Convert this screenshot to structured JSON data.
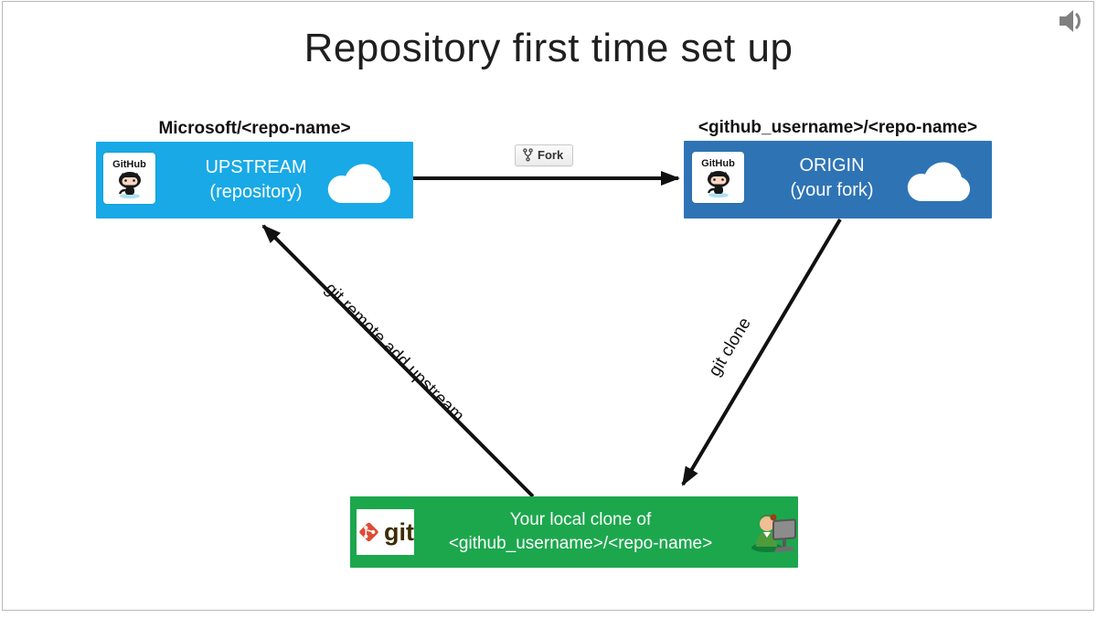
{
  "slide": {
    "title": "Repository first time set up"
  },
  "icons": {
    "speaker": "audio-speaker",
    "cloud": "cloud",
    "octocat": "github-octocat",
    "git_diamond": "git-logo",
    "person": "person-at-computer",
    "fork_glyph": "fork"
  },
  "colors": {
    "upstream_bg": "#18A9E6",
    "origin_bg": "#2E74B5",
    "local_bg": "#1CA74D",
    "arrow": "#111111",
    "git_red": "#DE4C36",
    "speaker_gray": "#808080"
  },
  "nodes": {
    "upstream": {
      "label_above": "Microsoft/<repo-name>",
      "line1": "UPSTREAM",
      "line2": "(repository)",
      "logo_text": "GitHub"
    },
    "origin": {
      "label_above": "<github_username>/<repo-name>",
      "line1": "ORIGIN",
      "line2": "(your fork)",
      "logo_text": "GitHub"
    },
    "local": {
      "line1": "Your local clone of",
      "line2": "<github_username>/<repo-name>",
      "logo_text": "git"
    }
  },
  "edges": {
    "fork_button_label": "Fork",
    "clone_label": "git clone",
    "remote_label": "git remote add upstream"
  }
}
